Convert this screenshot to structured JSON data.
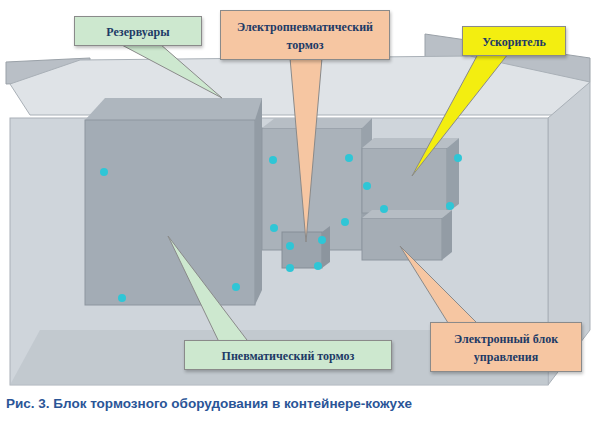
{
  "diagram": {
    "caption": "Рис. 3. Блок тормозного оборудования в контейнере-кожухе",
    "nodes": [
      {
        "text": [
          "Резервуары"
        ]
      },
      {
        "text": [
          "Электропневматический тормоз"
        ]
      },
      {
        "text": [
          "Ускоритель"
        ]
      },
      {
        "text": [
          "Пневматический тормоз"
        ]
      },
      {
        "text": [
          "Электронный блок управления"
        ]
      }
    ]
  }
}
